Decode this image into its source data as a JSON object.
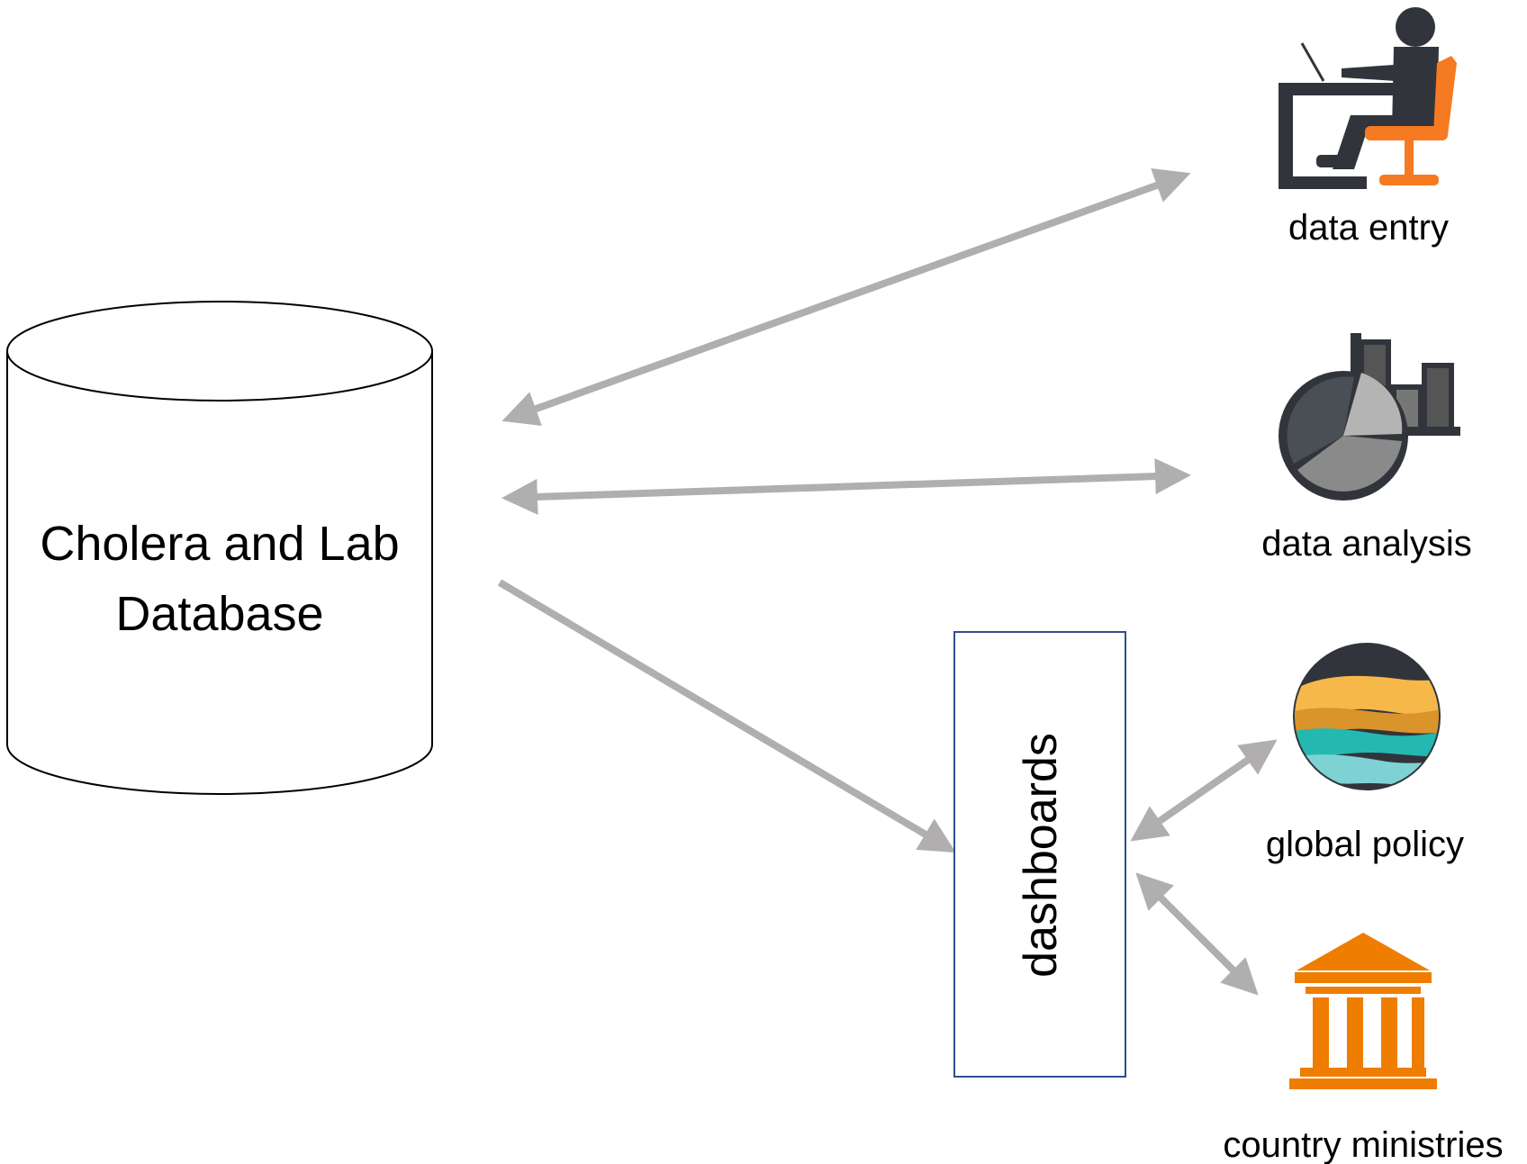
{
  "database": {
    "label_line1": "Cholera and Lab",
    "label_line2": "Database"
  },
  "dashboards": {
    "label": "dashboards"
  },
  "nodes": {
    "data_entry": {
      "label": "data entry",
      "icon": "person-at-desk-icon"
    },
    "data_analysis": {
      "label": "data analysis",
      "icon": "pie-and-bar-chart-icon"
    },
    "global_policy": {
      "label": "global policy",
      "icon": "wave-globe-icon"
    },
    "country_ministries": {
      "label": "country ministries",
      "icon": "government-building-icon"
    }
  },
  "colors": {
    "arrow": "#b0aeae",
    "dark_icon": "#31353b",
    "orange": "#f57a22",
    "building_orange": "#ef7d00",
    "dashboards_border": "#2f4f8f"
  }
}
